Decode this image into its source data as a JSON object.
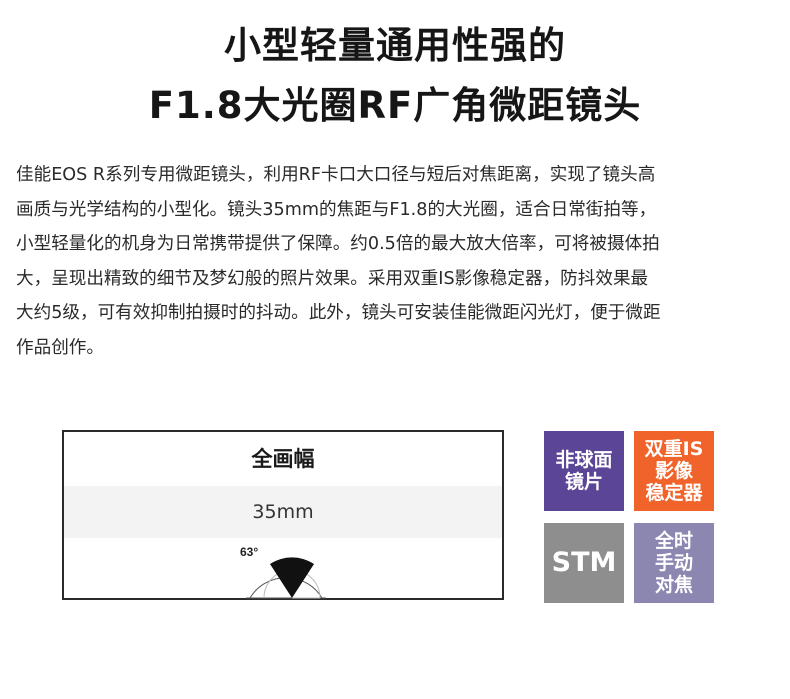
{
  "heading": {
    "line1": "小型轻量通用性强的",
    "line2": "F1.8大光圈RF广角微距镜头"
  },
  "description": {
    "lines": [
      "佳能EOS R系列专用微距镜头，利用RF卡口大口径与短后对焦距离，实现了镜头高",
      "画质与光学结构的小型化。镜头35mm的焦距与F1.8的大光圈，适合日常街拍等，",
      "小型轻量化的机身为日常携带提供了保障。约0.5倍的最大放大倍率，可将被摄体拍",
      "大，呈现出精致的细节及梦幻般的照片效果。采用双重IS影像稳定器，防抖效果最",
      "大约5级，可有效抑制拍摄时的抖动。此外，镜头可安装佳能微距闪光灯，便于微距",
      "作品创作。"
    ]
  },
  "spec_card": {
    "format": "全画幅",
    "focal_length": "35mm",
    "angle_label": "63°"
  },
  "badges": {
    "aspherical": {
      "text": "非球面\n镜片",
      "color": "#5b4596"
    },
    "dual_is": {
      "text": "双重IS\n影像\n稳定器",
      "color": "#f0642b"
    },
    "stm": {
      "text": "STM",
      "color": "#8e8e8e"
    },
    "full_time_mf": {
      "text": "全时\n手动\n对焦",
      "color": "#8c87b1"
    }
  }
}
